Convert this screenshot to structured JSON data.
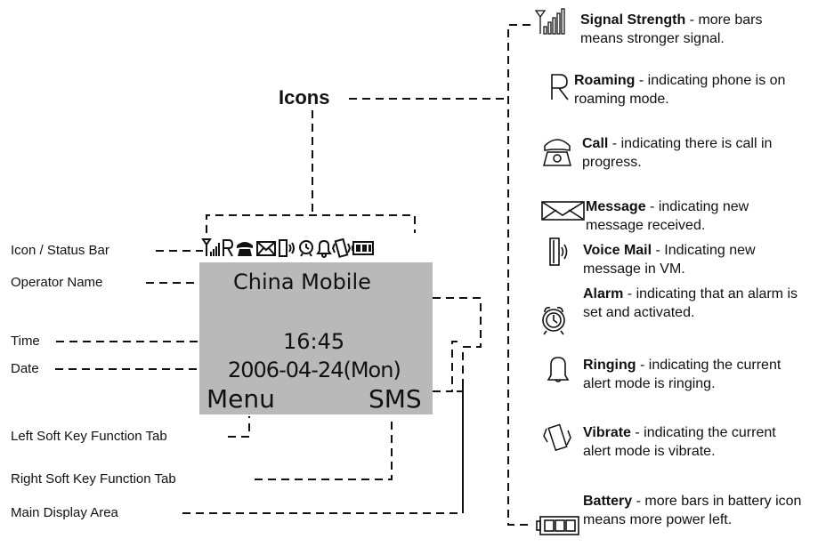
{
  "diagram": {
    "title": "Icons",
    "left_labels": [
      "Icon / Status Bar",
      "Operator Name",
      "Time",
      "Date",
      "Left Soft Key Function Tab",
      "Right Soft Key Function Tab",
      "Main Display Area"
    ],
    "display": {
      "operator": "China Mobile",
      "time": "16:45",
      "date": "2006-04-24(Mon)",
      "left_soft_key": "Menu",
      "right_soft_key": "SMS",
      "status_icons": [
        "signal-icon",
        "roaming-icon",
        "call-icon",
        "message-icon",
        "voice-mail-icon",
        "alarm-icon",
        "ringing-icon",
        "vibrate-icon",
        "battery-icon"
      ]
    },
    "legend": [
      {
        "icon": "signal-icon",
        "name": "Signal Strength",
        "desc": " - more bars means stronger signal."
      },
      {
        "icon": "roaming-icon",
        "name": "Roaming",
        "desc": " - indicating phone is on roaming mode."
      },
      {
        "icon": "call-icon",
        "name": "Call",
        "desc": " - indicating there is call in progress."
      },
      {
        "icon": "message-icon",
        "name": "Message",
        "desc": " - indicating new message received."
      },
      {
        "icon": "voice-mail-icon",
        "name": "Voice Mail",
        "desc": " - Indicating new message in VM."
      },
      {
        "icon": "alarm-icon",
        "name": "Alarm",
        "desc": " - indicating that an alarm is set and activated."
      },
      {
        "icon": "ringing-icon",
        "name": "Ringing",
        "desc": " - indicating the current alert mode is ringing."
      },
      {
        "icon": "vibrate-icon",
        "name": "Vibrate",
        "desc": " - indicating the current alert mode is vibrate."
      },
      {
        "icon": "battery-icon",
        "name": "Battery",
        "desc": " - more bars in battery icon means more power left."
      }
    ]
  }
}
